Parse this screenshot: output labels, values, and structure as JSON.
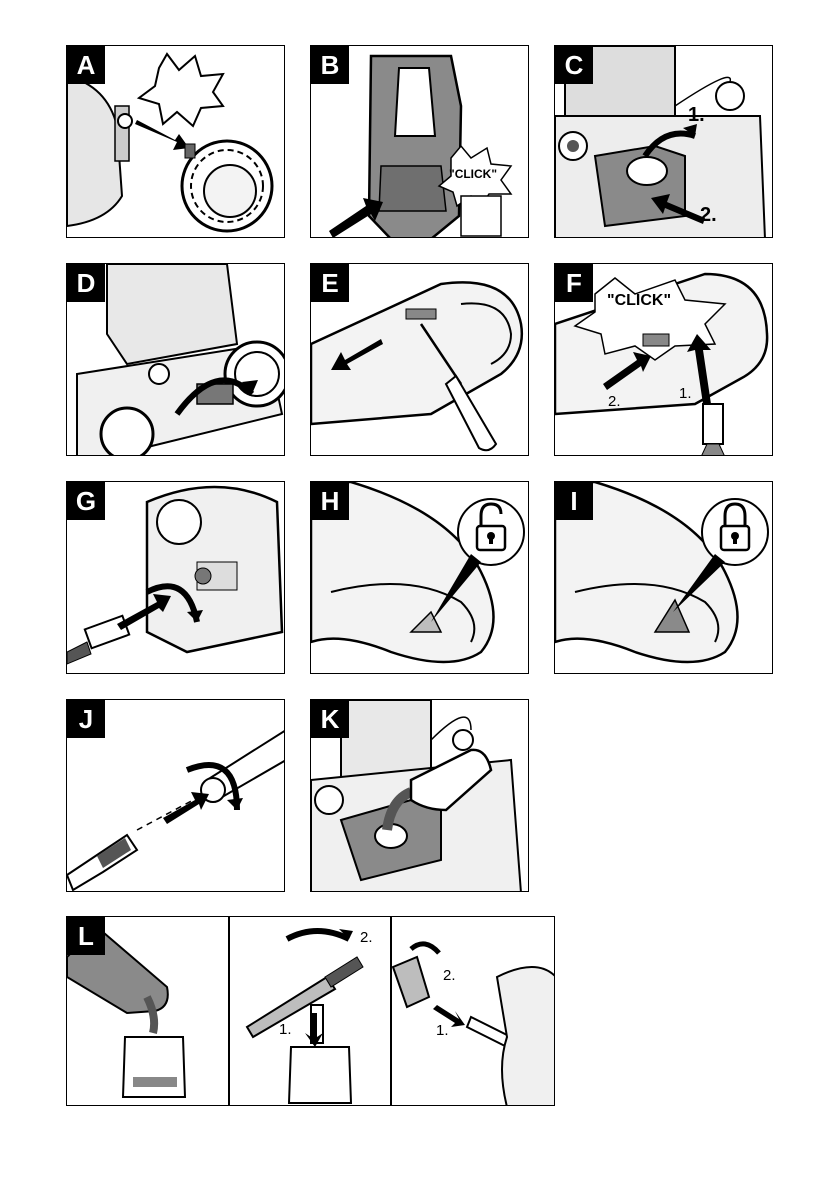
{
  "panels": {
    "A": {
      "label": "A"
    },
    "B": {
      "label": "B",
      "callout": "\"CLICK\""
    },
    "C": {
      "label": "C",
      "step1": "1.",
      "step2": "2."
    },
    "D": {
      "label": "D"
    },
    "E": {
      "label": "E"
    },
    "F": {
      "label": "F",
      "callout": "\"CLICK\"",
      "step1": "1.",
      "step2": "2."
    },
    "G": {
      "label": "G"
    },
    "H": {
      "label": "H"
    },
    "I": {
      "label": "I"
    },
    "J": {
      "label": "J"
    },
    "K": {
      "label": "K"
    },
    "L": {
      "label": "L",
      "middle_step1": "1.",
      "middle_step2": "2.",
      "right_step1": "1.",
      "right_step2": "2."
    }
  },
  "icons": {
    "unlocked": "padlock-open-icon",
    "locked": "padlock-closed-icon",
    "arrow": "arrow-icon",
    "rotate": "rotate-arrow-icon"
  },
  "colors": {
    "ink": "#000000",
    "body_gray": "#8a8a8a",
    "light_gray": "#bdbdbd",
    "paper": "#ffffff"
  }
}
